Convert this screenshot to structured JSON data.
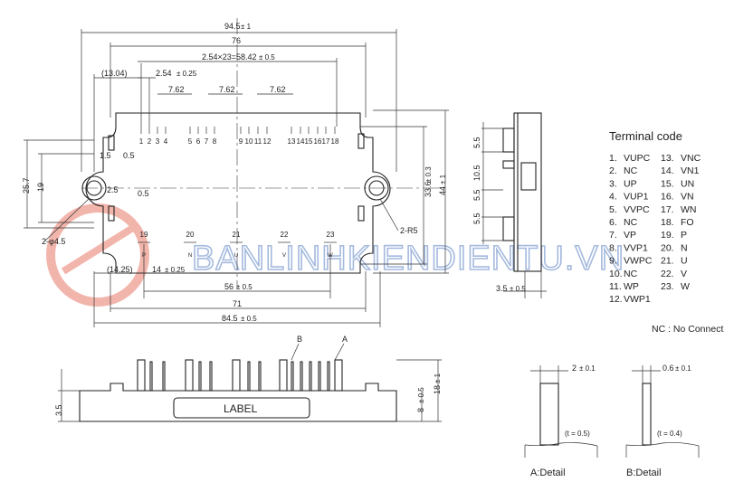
{
  "dims": {
    "top_overall": "94.5",
    "top_overall_tol": "± 1",
    "width_76": "76",
    "pitch_row": "2.54×23=58.42",
    "pitch_row_tol": "± 0.5",
    "left_13": "(13.04)",
    "pitch": "2.54",
    "pitch_tol": "± 0.25",
    "group_gap_1": "7.62",
    "group_gap_2": "7.62",
    "group_gap_3": "7.62",
    "d_1_5": "1.5",
    "d_0_5a": "0.5",
    "d_2_5": "2.5",
    "d_0_5b": "0.5",
    "height_25_7": "25.7",
    "height_19": "19",
    "hole": "2-φ4.5",
    "radius": "2-R5",
    "h_33_6": "33.6",
    "h_33_6_tol": "± 0.3",
    "h_44": "44",
    "h_44_tol": "± 1",
    "d_14_25": "(14.25)",
    "d_14": "14",
    "d_14_tol": "± 0.25",
    "d_56": "56",
    "d_56_tol": "± 0.5",
    "d_71": "71",
    "d_84_5": "84.5",
    "d_84_5_tol": "± 0.5",
    "side_5_5a": "5.5",
    "side_10_5": "10.5",
    "side_5_5b": "5.5",
    "side_5_5c": "5.5",
    "side_3_5": "3.5",
    "side_3_5_tol": "± 0.5",
    "front_3_5": "3.5",
    "front_18": "18",
    "front_18_tol": "± 1",
    "front_8": "8",
    "front_8_tol": "± 0.5",
    "callout_b": "B",
    "callout_a": "A",
    "label_text": "LABEL",
    "detail_a_w": "2",
    "detail_a_w_tol": "± 0.1",
    "detail_a_t": "(t = 0.5)",
    "detail_a_name": "A:Detail",
    "detail_b_w": "0.6",
    "detail_b_w_tol": "± 0.1",
    "detail_b_t": "(t = 0.4)",
    "detail_b_name": "B:Detail"
  },
  "pin_top_labels": [
    "1",
    "2",
    "3",
    "4",
    "5",
    "6",
    "7",
    "8",
    "9",
    "10",
    "11",
    "12",
    "13",
    "14",
    "15",
    "16",
    "17",
    "18"
  ],
  "pin_bottom_labels": [
    "19",
    "20",
    "21",
    "22",
    "23"
  ],
  "pin_bottom_marks": [
    "P",
    "N",
    "U",
    "V",
    "W"
  ],
  "terminal": {
    "title": "Terminal  code",
    "left": [
      {
        "no": "1.",
        "name": "VUPC"
      },
      {
        "no": "2.",
        "name": "NC"
      },
      {
        "no": "3.",
        "name": "UP"
      },
      {
        "no": "4.",
        "name": "VUP1"
      },
      {
        "no": "5.",
        "name": "VVPC"
      },
      {
        "no": "6.",
        "name": "NC"
      },
      {
        "no": "7.",
        "name": "VP"
      },
      {
        "no": "8.",
        "name": "VVP1"
      },
      {
        "no": "9.",
        "name": "VWPC"
      },
      {
        "no": "10.",
        "name": "NC"
      },
      {
        "no": "11.",
        "name": "WP"
      },
      {
        "no": "12.",
        "name": "VWP1"
      }
    ],
    "right": [
      {
        "no": "13.",
        "name": "VNC"
      },
      {
        "no": "14.",
        "name": "VN1"
      },
      {
        "no": "15.",
        "name": "UN"
      },
      {
        "no": "16.",
        "name": "VN"
      },
      {
        "no": "17.",
        "name": "WN"
      },
      {
        "no": "18.",
        "name": "FO"
      },
      {
        "no": "19.",
        "name": "P"
      },
      {
        "no": "20.",
        "name": "N"
      },
      {
        "no": "21.",
        "name": "U"
      },
      {
        "no": "22.",
        "name": "V"
      },
      {
        "no": "23.",
        "name": "W"
      }
    ],
    "nc_note": "NC  :  No  Connect"
  },
  "watermark": "BANLINHKIENDIENTU.VN"
}
